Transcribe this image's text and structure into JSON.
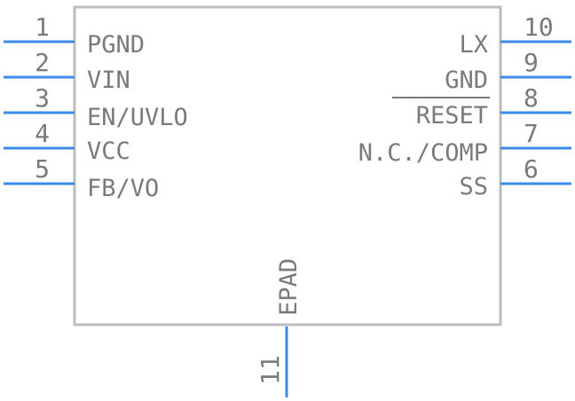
{
  "component": {
    "pins_left": [
      {
        "number": "1",
        "name": "PGND"
      },
      {
        "number": "2",
        "name": "VIN"
      },
      {
        "number": "3",
        "name": "EN/UVLO"
      },
      {
        "number": "4",
        "name": "VCC"
      },
      {
        "number": "5",
        "name": "FB/VO"
      }
    ],
    "pins_right": [
      {
        "number": "10",
        "name": "LX"
      },
      {
        "number": "9",
        "name": "GND"
      },
      {
        "number": "8",
        "name": "RESET"
      },
      {
        "number": "7",
        "name": "N.C./COMP"
      },
      {
        "number": "6",
        "name": "SS"
      }
    ],
    "pin_bottom": {
      "number": "11",
      "name": "EPAD"
    }
  },
  "colors": {
    "pin_line": "#3d8be6",
    "body_outline": "#bdbdbd",
    "text": "#7a7a7a"
  }
}
